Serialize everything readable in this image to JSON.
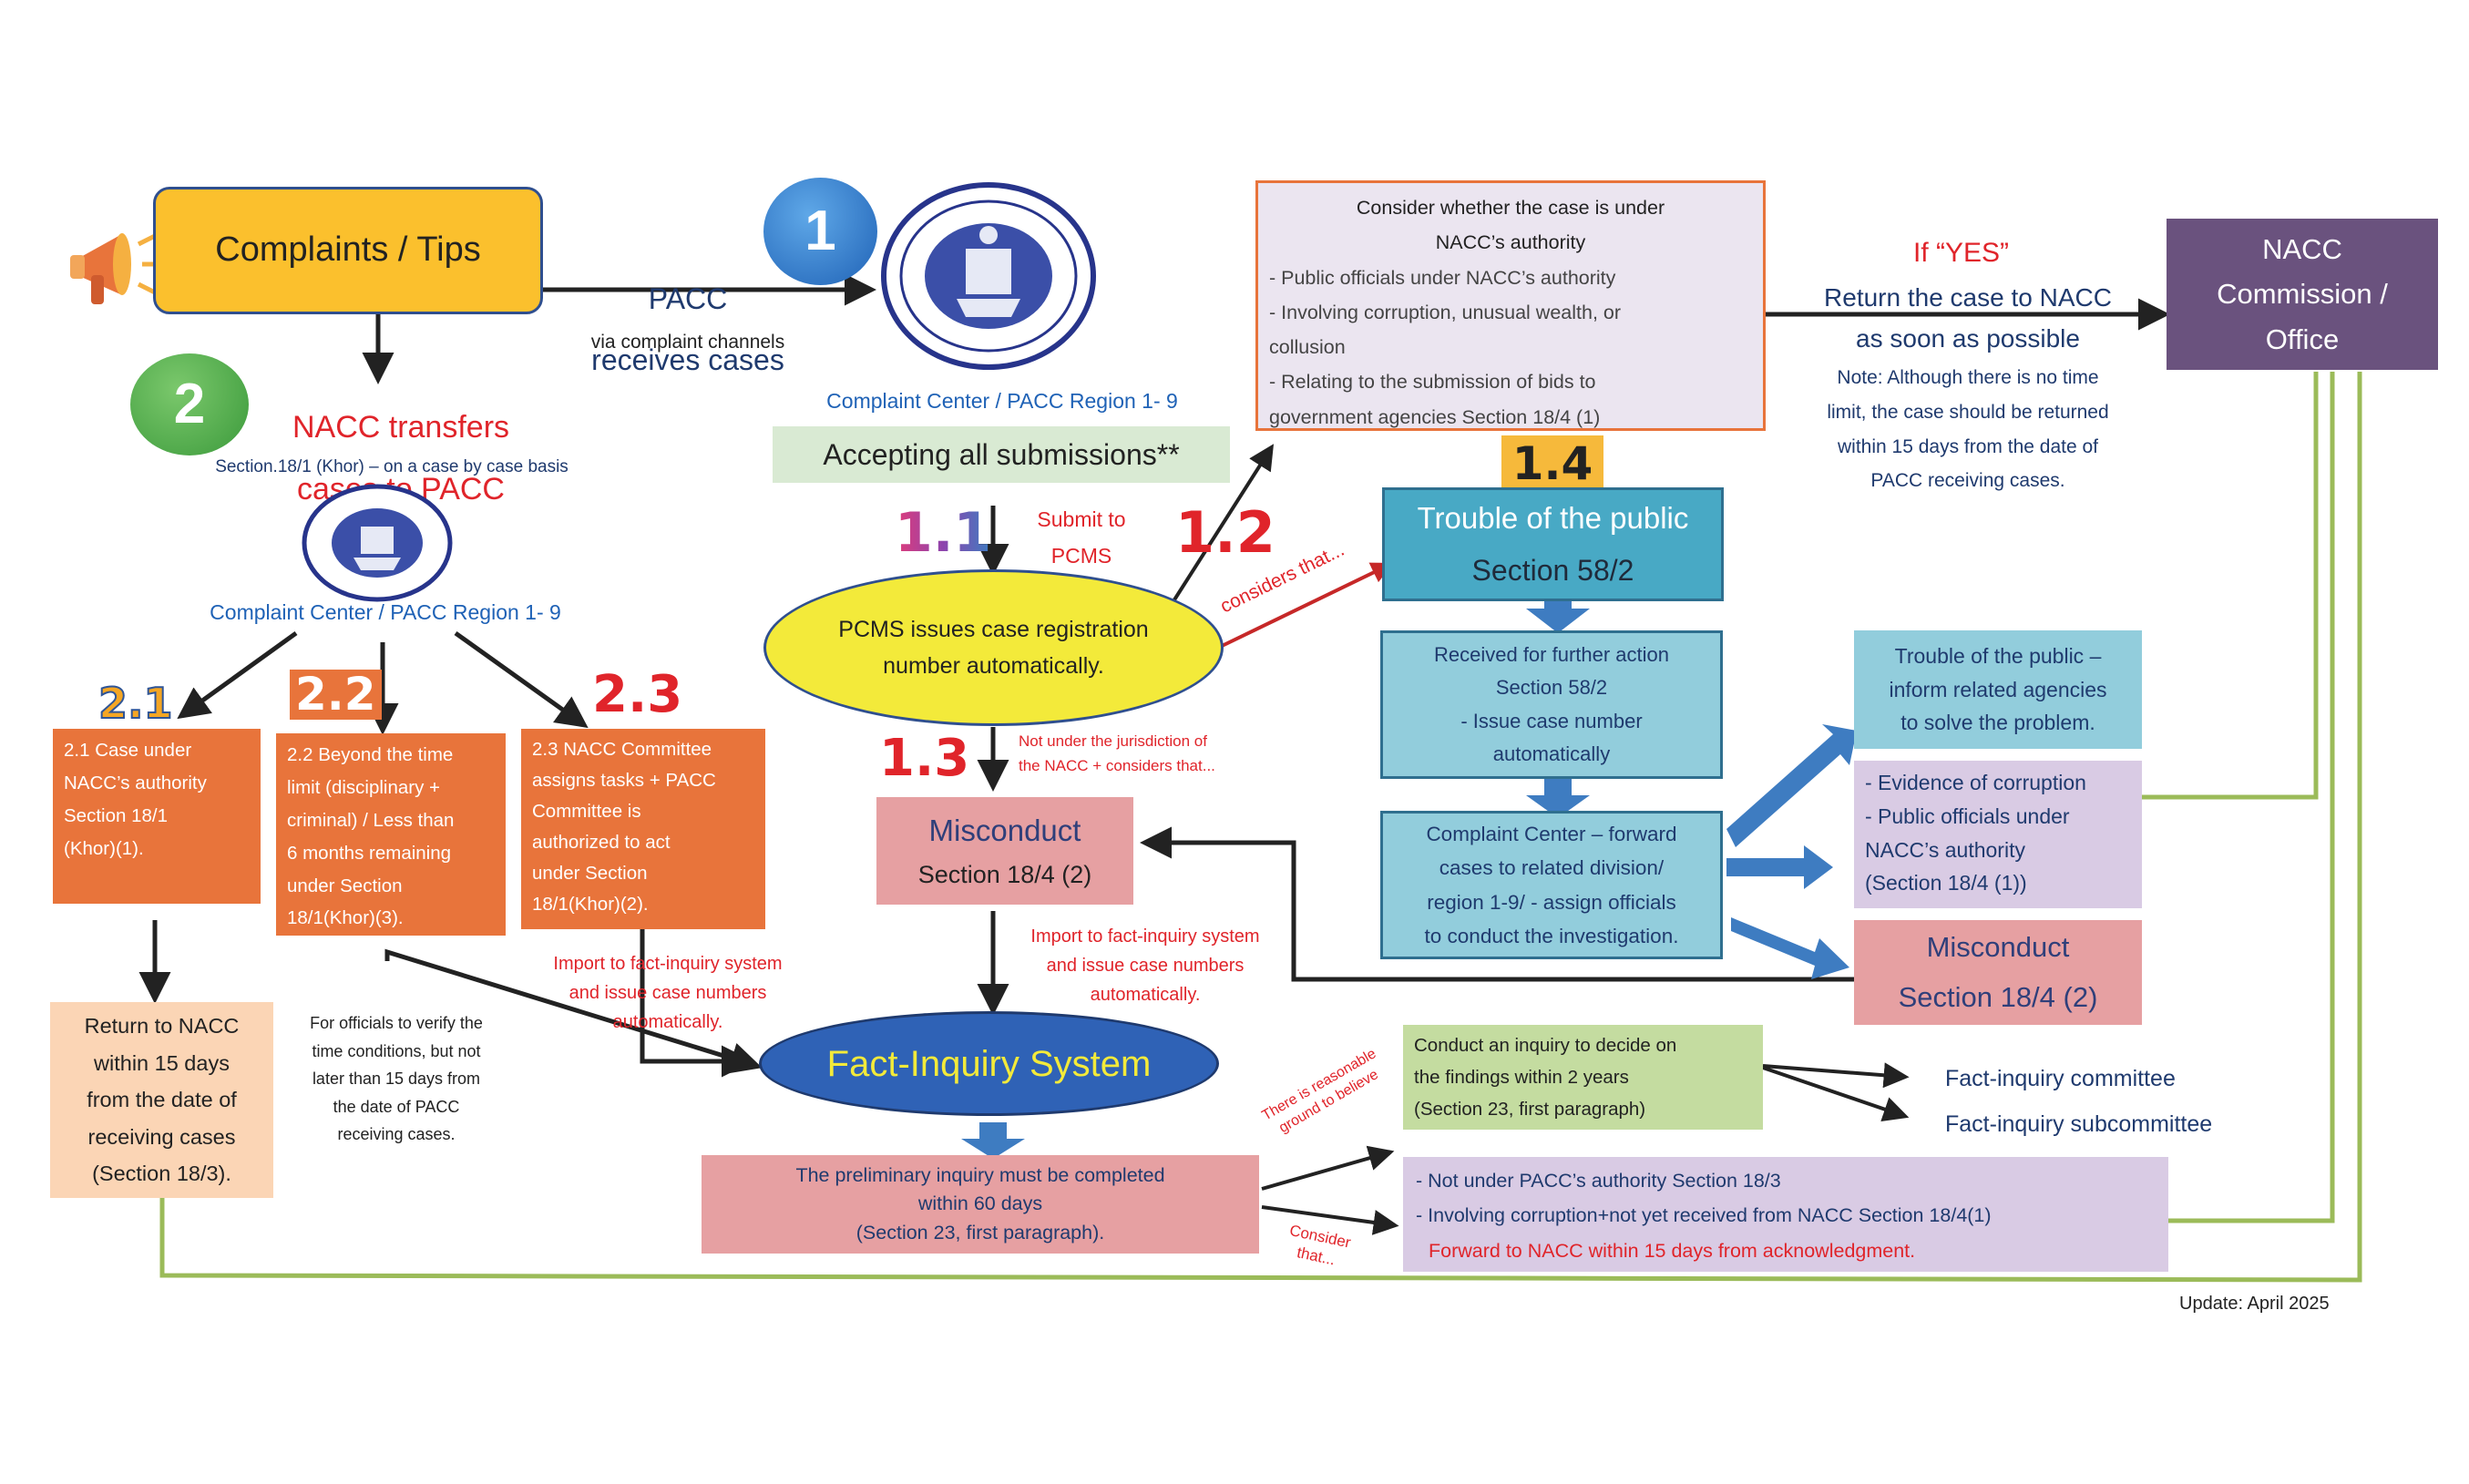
{
  "complaints": {
    "title": "Complaints / Tips"
  },
  "pacc_receives": {
    "line1": "PACC",
    "line2": "receives cases",
    "sub": "via complaint channels"
  },
  "badges": {
    "one": "1",
    "two": "2"
  },
  "nacc_transfers": {
    "line1": "NACC transfers",
    "line2": "cases to PACC",
    "sub": "Section.18/1 (Khor) – on a case by case basis"
  },
  "complaint_center_label": "Complaint Center / PACC Region 1- 9",
  "accepting": "Accepting all submissions**",
  "steps": {
    "s11": "1.1",
    "s12": "1.2",
    "s13": "1.3",
    "s14": "1.4",
    "s21": "2.1",
    "s22": "2.2",
    "s23": "2.3"
  },
  "submit_pcms": "Submit to\nPCMS",
  "pcms": "PCMS issues case registration\nnumber automatically.",
  "considers_that": "considers that...",
  "not_under": "Not under the jurisdiction of\nthe NACC + considers that...",
  "misconduct_center": {
    "title": "Misconduct",
    "section": "Section 18/4 (2)"
  },
  "import1": "Import to fact-inquiry system\nand issue case numbers\nautomatically.",
  "import2": "Import to fact-inquiry system\nand issue case numbers\nautomatically.",
  "consider_box": {
    "title": "Consider whether the case is under\nNACC’s authority",
    "items": [
      "- Public officials under NACC’s authority",
      "- Involving corruption, unusual wealth, or\ncollusion",
      "- Relating to the submission of bids to\ngovernment agencies Section 18/4 (1)"
    ]
  },
  "if_yes": "If “YES”",
  "return_nacc": "Return the case to NACC\nas soon as possible",
  "note": "Note: Although there is no time\nlimit, the case should be returned\nwithin 15 days from the date of\nPACC receiving cases.",
  "nacc_office": "NACC\nCommission /\nOffice",
  "trouble_public": {
    "title": "Trouble of the public",
    "section": "Section 58/2"
  },
  "received_further": "Received for further action\nSection 58/2\n- Issue case number\nautomatically",
  "cc_forward": "Complaint Center – forward\ncases to related division/\nregion 1-9/ - assign officials\nto conduct the investigation.",
  "trouble_inform": "Trouble of the public –\ninform related agencies\nto solve the problem.",
  "evidence_box": "- Evidence of corruption\n- Public officials under\nNACC’s authority\n(Section 18/4 (1))",
  "misconduct_right": {
    "title": "Misconduct",
    "section": "Section 18/4 (2)"
  },
  "box21": "2.1 Case under\nNACC’s authority\nSection 18/1\n(Khor)(1).",
  "box22": "2.2 Beyond the time\nlimit (disciplinary +\ncriminal) / Less than\n6 months remaining\nunder Section\n18/1(Khor)(3).",
  "box23": "2.3 NACC Committee\nassigns tasks + PACC\nCommittee is\nauthorized to act\nunder Section\n18/1(Khor)(2).",
  "return15": "Return to NACC\nwithin 15 days\nfrom the date of\nreceiving cases\n(Section 18/3).",
  "for_officials": "For officials to verify the\ntime conditions, but not\nlater than 15 days from\nthe date of PACC\nreceiving cases.",
  "fact_inquiry": "Fact-Inquiry System",
  "preliminary": "The preliminary inquiry must be completed\nwithin 60 days\n(Section 23, first paragraph).",
  "reasonable": "There is reasonable\nground to believe",
  "consider_that": "Consider\nthat...",
  "conduct_inquiry": "Conduct an inquiry to decide on\nthe findings within 2 years\n(Section 23, first paragraph)",
  "fact_committee": "Fact-inquiry committee",
  "fact_subcommittee": "Fact-inquiry subcommittee",
  "not_under_pacc": {
    "l1": "- Not under PACC’s authority Section 18/3",
    "l2": "- Involving corruption+not yet received from NACC Section 18/4(1)",
    "l3": "Forward to NACC within 15 days from acknowledgment."
  },
  "update": "Update: April 2025",
  "seal_icon": "pacc-seal",
  "megaphone_icon": "megaphone",
  "colors": {
    "yellow": "#fbc02d",
    "orange": "#e8743b",
    "peach": "#fbd5b5",
    "lightgreen": "#d9ead3",
    "pink": "#e6a0a2",
    "lavender": "#ebe5f0",
    "purple": "#6a527e",
    "teal": "#48a9c5",
    "lightblue": "#92cddc",
    "lightpurple": "#d9cbe4",
    "olive": "#c4dca0",
    "blue": "#1f62b6",
    "red": "#e0242a",
    "line_green": "#9bbb59"
  }
}
